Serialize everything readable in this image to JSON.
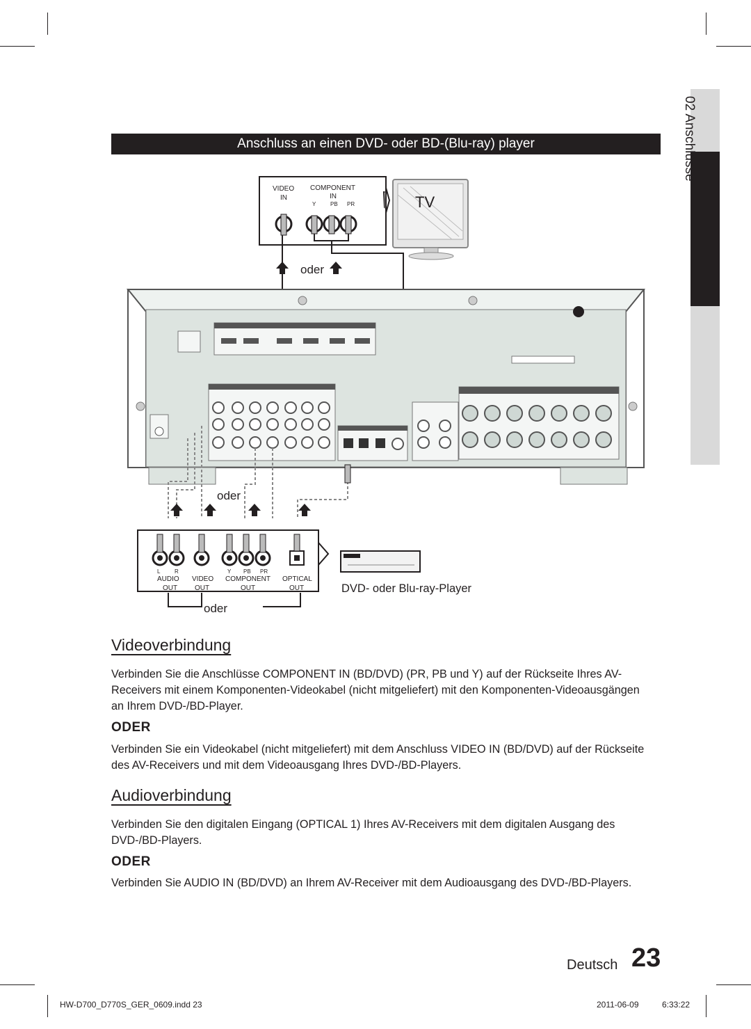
{
  "page": {
    "section_tab": "02  Anschlüsse",
    "header": "Anschluss an einen DVD- oder BD-(Blu-ray) player",
    "diagram": {
      "tv_label": "TV",
      "tv_panel": {
        "video_in": [
          "VIDEO",
          "IN"
        ],
        "component_in": [
          "COMPONENT",
          "IN"
        ],
        "y": "Y",
        "pb": "PB",
        "pr": "PR"
      },
      "oder_top": "oder",
      "oder_mid": "oder",
      "oder_bottom": "oder",
      "dvd_panel": {
        "audio_lr": [
          "L",
          "R"
        ],
        "audio_out": [
          "AUDIO",
          "OUT"
        ],
        "video_out": [
          "VIDEO",
          "OUT"
        ],
        "component_out": [
          "COMPONENT",
          "OUT"
        ],
        "component_ypbpr": [
          "Y",
          "PB",
          "PR"
        ],
        "optical_out": [
          "OPTICAL",
          "OUT"
        ]
      },
      "dvd_label": "DVD- oder Blu-ray-Player"
    },
    "video_heading": "Videoverbindung",
    "video_p1": "Verbinden Sie die Anschlüsse COMPONENT IN (BD/DVD) (PR, PB und Y) auf der Rückseite Ihres AV-Receivers mit einem Komponenten-Videokabel (nicht mitgeliefert) mit den Komponenten-Videoausgängen an Ihrem DVD-/BD-Player.",
    "oder_1": "ODER",
    "video_p2": "Verbinden Sie ein Videokabel (nicht mitgeliefert) mit dem Anschluss VIDEO IN (BD/DVD) auf der Rückseite des AV-Receivers und mit dem Videoausgang Ihres DVD-/BD-Players.",
    "audio_heading": "Audioverbindung",
    "audio_p1": "Verbinden Sie den digitalen Eingang (OPTICAL 1) Ihres AV-Receivers mit dem digitalen Ausgang des DVD-/BD-Players.",
    "oder_2": "ODER",
    "audio_p2": "Verbinden Sie AUDIO IN (BD/DVD) an Ihrem AV-Receiver mit dem Audioausgang des DVD-/BD-Players.",
    "footer_language": "Deutsch",
    "page_number": "23",
    "slug_file": "HW-D700_D770S_GER_0609.indd   23",
    "slug_date": "2011-06-09",
    "slug_time": "6:33:22"
  }
}
